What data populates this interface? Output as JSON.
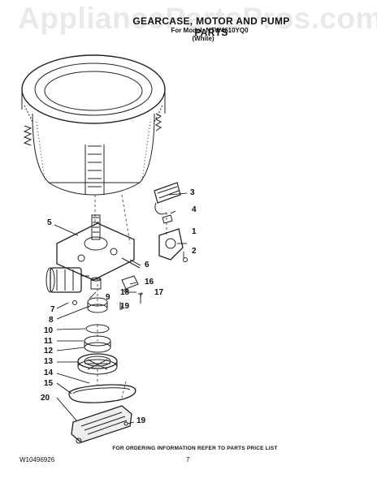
{
  "watermark": "AppliancePartsPros.com",
  "header": {
    "title": "GEARCASE, MOTOR AND PUMP PARTS",
    "model_line": "For Model: NTW4610YQ0",
    "color_line": "(White)"
  },
  "callouts": {
    "c1": "1",
    "c2": "2",
    "c3": "3",
    "c4": "4",
    "c5": "5",
    "c6": "6",
    "c7": "7",
    "c8": "8",
    "c9": "9",
    "c10": "10",
    "c11": "11",
    "c12": "12",
    "c13": "13",
    "c14": "14",
    "c15": "15",
    "c16": "16",
    "c17": "17",
    "c18": "18",
    "c19a": "19",
    "c19b": "19",
    "c20": "20"
  },
  "footer": {
    "note": "FOR ORDERING INFORMATION REFER TO PARTS PRICE LIST",
    "document_number": "W10496926",
    "page_number": "7"
  }
}
